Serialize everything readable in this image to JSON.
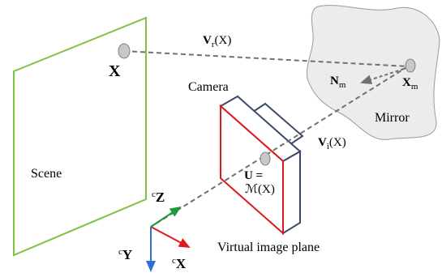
{
  "labels": {
    "scene": "Scene",
    "camera": "Camera",
    "mirror": "Mirror",
    "virtual_image_plane": "Virtual image plane",
    "point_X": "X",
    "point_Xm": "X",
    "point_Xm_sub": "m",
    "normal_N": "N",
    "normal_N_sub": "m",
    "ray_Vr": "V",
    "ray_Vr_sub": "r",
    "ray_Vr_arg": "(X)",
    "ray_Vi": "V",
    "ray_Vi_sub": "i",
    "ray_Vi_arg": "(X)",
    "U_line1": "U =",
    "U_line2": "ℳ(X)",
    "axis_Z_sup": "c",
    "axis_Z": "Z",
    "axis_Y_sup": "c",
    "axis_Y": "Y",
    "axis_X_sup": "c",
    "axis_X": "X"
  },
  "colors": {
    "scene_plane": "#7dc242",
    "camera_front": "#e0191f",
    "camera_body": "#3c4a68",
    "mirror_fill": "#ececec",
    "ray": "#707070",
    "axis_x": "#e0191f",
    "axis_y": "#2f6fd6",
    "axis_z": "#1e9a3e"
  }
}
